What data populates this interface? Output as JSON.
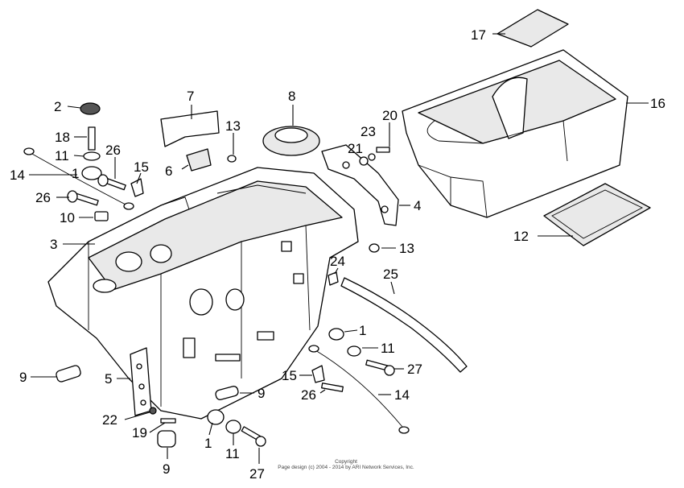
{
  "diagram": {
    "copyright_line1": "Copyright",
    "copyright_line2": "Page design (c) 2004 - 2014 by ARI Network Services, Inc.",
    "callouts": [
      {
        "id": "c17",
        "label": "17"
      },
      {
        "id": "c16",
        "label": "16"
      },
      {
        "id": "c12",
        "label": "12"
      },
      {
        "id": "c2",
        "label": "2"
      },
      {
        "id": "c7",
        "label": "7"
      },
      {
        "id": "c8",
        "label": "8"
      },
      {
        "id": "c13a",
        "label": "13"
      },
      {
        "id": "c20",
        "label": "20"
      },
      {
        "id": "c23",
        "label": "23"
      },
      {
        "id": "c21",
        "label": "21"
      },
      {
        "id": "c18",
        "label": "18"
      },
      {
        "id": "c11a",
        "label": "11"
      },
      {
        "id": "c26a",
        "label": "26"
      },
      {
        "id": "c1a",
        "label": "1"
      },
      {
        "id": "c15a",
        "label": "15"
      },
      {
        "id": "c14a",
        "label": "14"
      },
      {
        "id": "c6",
        "label": "6"
      },
      {
        "id": "c26b",
        "label": "26"
      },
      {
        "id": "c10",
        "label": "10"
      },
      {
        "id": "c4",
        "label": "4"
      },
      {
        "id": "c3",
        "label": "3"
      },
      {
        "id": "c13b",
        "label": "13"
      },
      {
        "id": "c24",
        "label": "24"
      },
      {
        "id": "c25",
        "label": "25"
      },
      {
        "id": "c1b",
        "label": "1"
      },
      {
        "id": "c11b",
        "label": "11"
      },
      {
        "id": "c27a",
        "label": "27"
      },
      {
        "id": "c15b",
        "label": "15"
      },
      {
        "id": "c26c",
        "label": "26"
      },
      {
        "id": "c14b",
        "label": "14"
      },
      {
        "id": "c9a",
        "label": "9"
      },
      {
        "id": "c5",
        "label": "5"
      },
      {
        "id": "c9b",
        "label": "9"
      },
      {
        "id": "c22",
        "label": "22"
      },
      {
        "id": "c19",
        "label": "19"
      },
      {
        "id": "c1c",
        "label": "1"
      },
      {
        "id": "c11c",
        "label": "11"
      },
      {
        "id": "c27b",
        "label": "27"
      },
      {
        "id": "c9c",
        "label": "9"
      }
    ]
  }
}
